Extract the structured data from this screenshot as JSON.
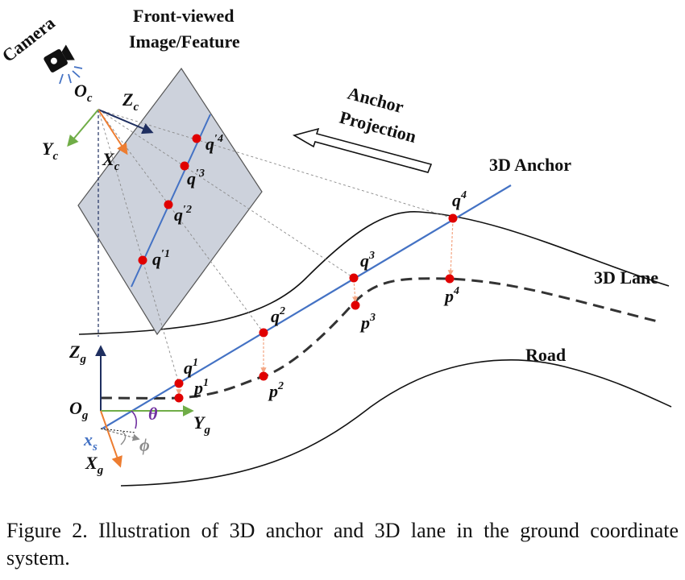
{
  "labels": {
    "camera": "Camera",
    "front_viewed_line1": "Front-viewed",
    "front_viewed_line2": "Image/Feature",
    "anchor_projection_line1": "Anchor",
    "anchor_projection_line2": "Projection",
    "anchor_3d": "3D Anchor",
    "lane_3d": "3D Lane",
    "road": "Road"
  },
  "symbols": {
    "camera_origin": {
      "base": "O",
      "sub": "c"
    },
    "camera_z": {
      "base": "Z",
      "sub": "c"
    },
    "camera_y": {
      "base": "Y",
      "sub": "c"
    },
    "camera_x": {
      "base": "X",
      "sub": "c"
    },
    "ground_origin": {
      "base": "O",
      "sub": "g"
    },
    "ground_z": {
      "base": "Z",
      "sub": "g"
    },
    "ground_y": {
      "base": "Y",
      "sub": "g"
    },
    "ground_x": {
      "base": "X",
      "sub": "g"
    },
    "x_start": {
      "base": "x",
      "sub": "s"
    },
    "theta": "θ",
    "phi": "ϕ",
    "projected_points": [
      {
        "base": "q",
        "sup": "′1"
      },
      {
        "base": "q",
        "sup": "′2"
      },
      {
        "base": "q",
        "sup": "′3"
      },
      {
        "base": "q",
        "sup": "′4"
      }
    ],
    "anchor_points": [
      {
        "base": "q",
        "sup": "1"
      },
      {
        "base": "q",
        "sup": "2"
      },
      {
        "base": "q",
        "sup": "3"
      },
      {
        "base": "q",
        "sup": "4"
      }
    ],
    "lane_points": [
      {
        "base": "p",
        "sup": "1"
      },
      {
        "base": "p",
        "sup": "2"
      },
      {
        "base": "p",
        "sup": "3"
      },
      {
        "base": "p",
        "sup": "4"
      }
    ]
  },
  "caption": "Figure 2.  Illustration of 3D anchor and 3D lane in the ground coordinate system.",
  "colors": {
    "anchor_line": "#4472c4",
    "point": "#e00000",
    "plane_fill": "#cdd2dc",
    "camera_z_axis": "#1f2f60",
    "x_axis": "#ed7d31",
    "y_axis": "#70ad47",
    "theta": "#7030a0",
    "phi": "#8c8c8c",
    "x_start": "#4472c4",
    "drop_line": "#f4a582"
  },
  "icons": {
    "camera": "camera-icon"
  }
}
